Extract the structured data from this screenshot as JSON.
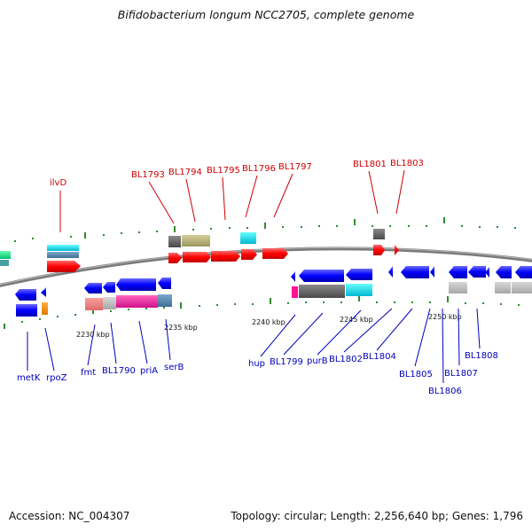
{
  "title": "Bifidobacterium longum NCC2705, complete genome",
  "footer": {
    "accession": "Accession: NC_004307",
    "topology": "Topology: circular; Length: 2,256,640 bp; Genes: 1,796"
  },
  "colors": {
    "forward_label": "#cc0000",
    "reverse_label": "#0000bb",
    "backbone": "#777777",
    "tick": "#2e8b2e"
  },
  "forward_labels": [
    "ilvD",
    "BL1793",
    "BL1794",
    "BL1795",
    "BL1796",
    "BL1797",
    "BL1801",
    "BL1803"
  ],
  "reverse_labels": [
    "metK",
    "rpoZ",
    "fmt",
    "BL1790",
    "priA",
    "serB",
    "hup",
    "BL1799",
    "purB",
    "BL1802",
    "BL1804",
    "BL1805",
    "BL1806",
    "BL1807",
    "BL1808"
  ],
  "scale_labels": [
    "2230 kbp",
    "2235 kbp",
    "2240 kbp",
    "2245 kbp",
    "2250 kbp"
  ]
}
